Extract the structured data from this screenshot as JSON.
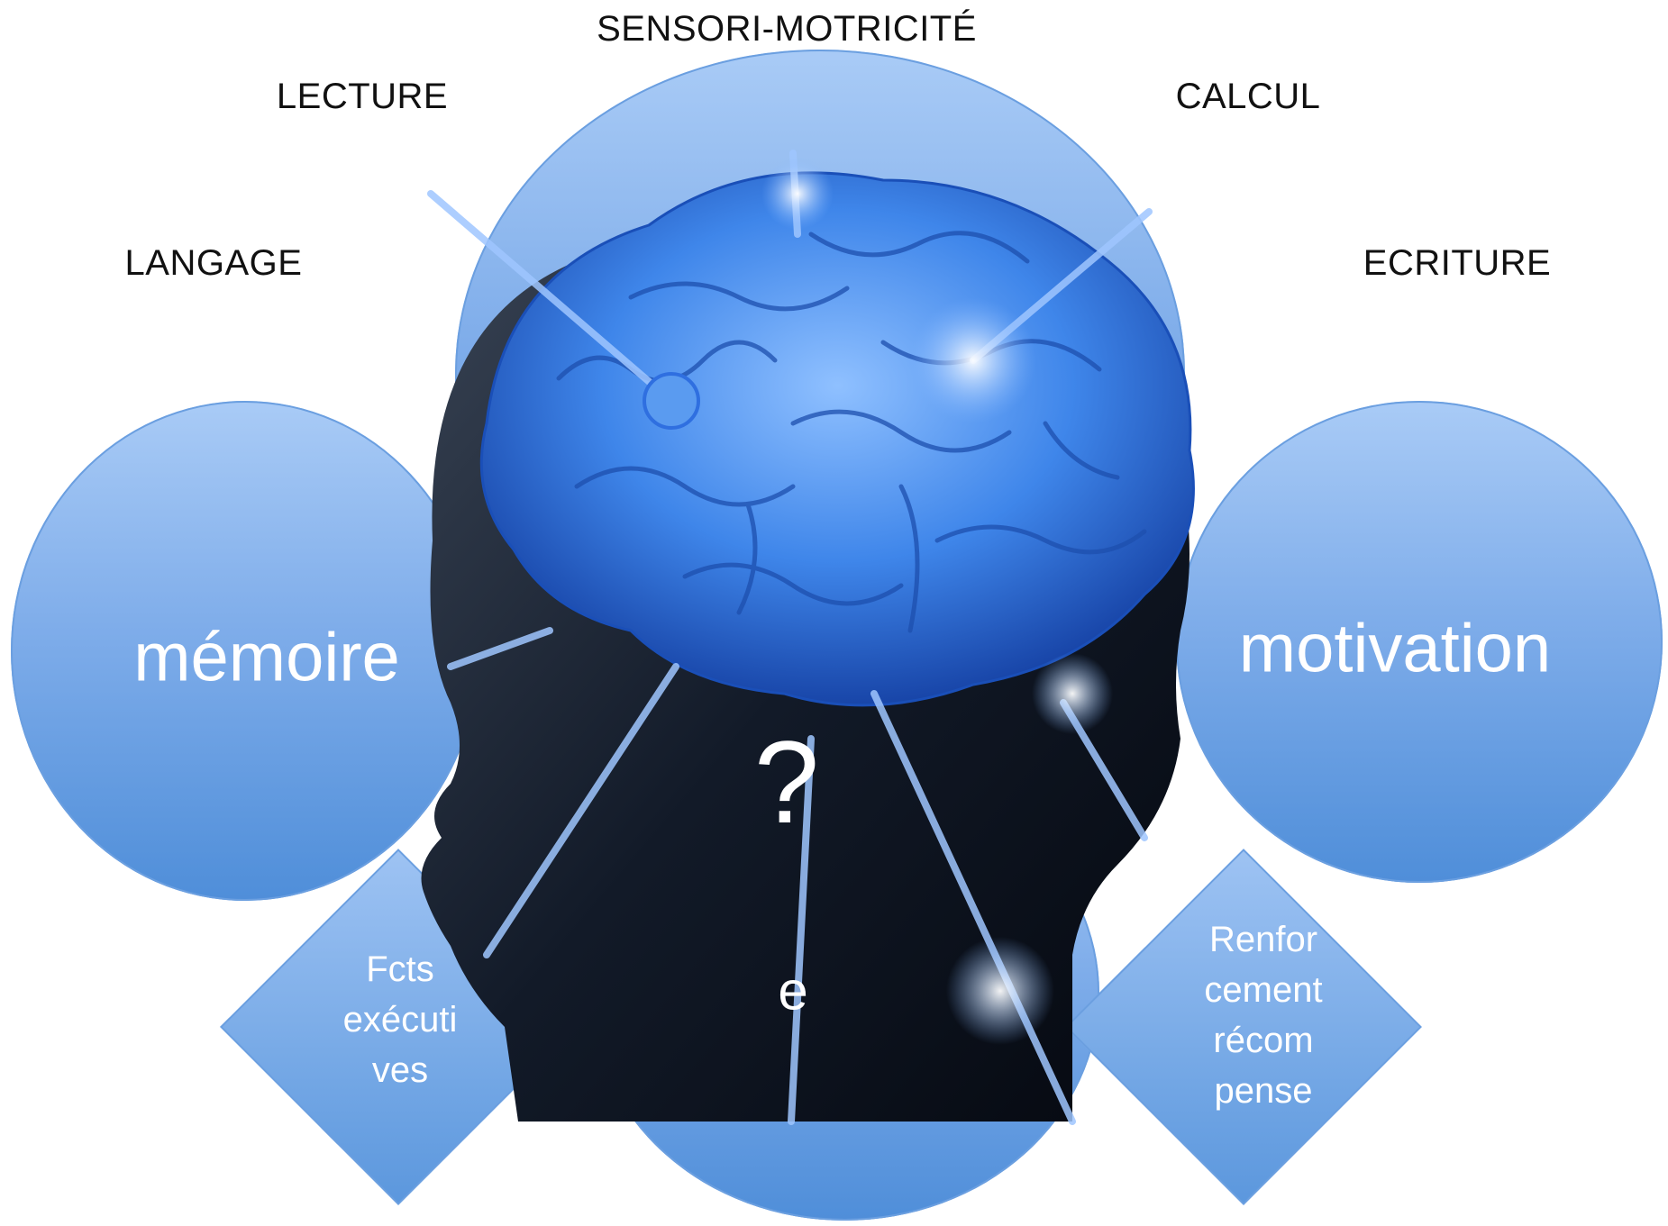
{
  "labels": {
    "top": "SENSORI-MOTRICITÉ",
    "upper_left": "LECTURE",
    "upper_right": "CALCUL",
    "left": "LANGAGE",
    "right": "ECRITURE"
  },
  "bubbles": {
    "left": "mémoire",
    "right": "motivation",
    "bottom_partial": "e"
  },
  "diamonds": {
    "left": [
      "Fcts",
      "exécuti",
      "ves"
    ],
    "right": [
      "Renfor",
      "cement",
      "récom",
      "pense"
    ]
  },
  "center_mark": "?",
  "colors": {
    "bubble_light": "#a9cbf6",
    "bubble_dark": "#4f8ed9",
    "brain_blue": "#2f6fe0",
    "head_dark": "#0c1220"
  },
  "icons": [
    "brain-illustration",
    "head-silhouette"
  ]
}
